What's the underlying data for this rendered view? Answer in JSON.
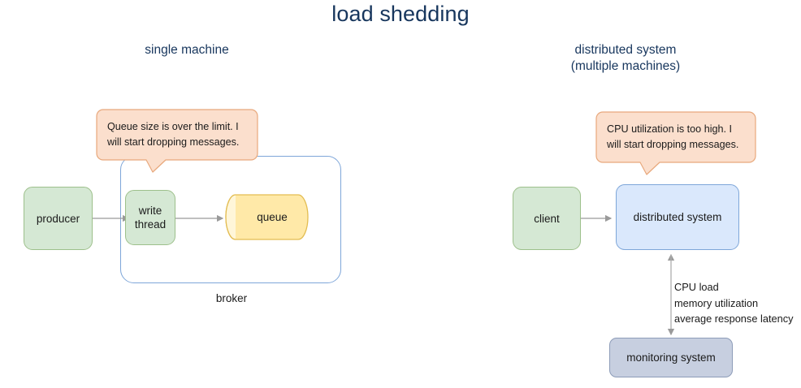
{
  "title": "load shedding",
  "sections": [
    {
      "id": "single-machine",
      "title_line1": "single machine",
      "title_line2": ""
    },
    {
      "id": "distributed-system",
      "title_line1": "distributed system",
      "title_line2": "(multiple machines)"
    }
  ],
  "left": {
    "bubble": {
      "line1": "Queue size is over the limit. I",
      "line2": "will start dropping messages."
    },
    "nodes": {
      "producer": "producer",
      "write_thread_line1": "write",
      "write_thread_line2": "thread",
      "queue": "queue",
      "broker": "broker"
    }
  },
  "right": {
    "bubble": {
      "line1": "CPU utilization is too high. I",
      "line2": "will start dropping messages."
    },
    "nodes": {
      "client": "client",
      "distributed_system": "distributed system",
      "monitoring_system": "monitoring system"
    },
    "metrics": {
      "line1": "CPU load",
      "line2": "memory utilization",
      "line3": "average response latency"
    }
  },
  "colors": {
    "title_navy": "#17365d",
    "green_fill": "#d5e8d4",
    "green_stroke": "#9dc08b",
    "blue_fill": "#dae8fc",
    "blue_stroke": "#7ea6d9",
    "yellow_fill": "#ffe9a8",
    "yellow_stroke": "#e3bd52",
    "peach_fill": "#fbdfcd",
    "peach_stroke": "#e8a87c",
    "slate_fill": "#c7cfe0",
    "slate_stroke": "#8d9cb8",
    "arrow_gray": "#9a9a9a"
  }
}
